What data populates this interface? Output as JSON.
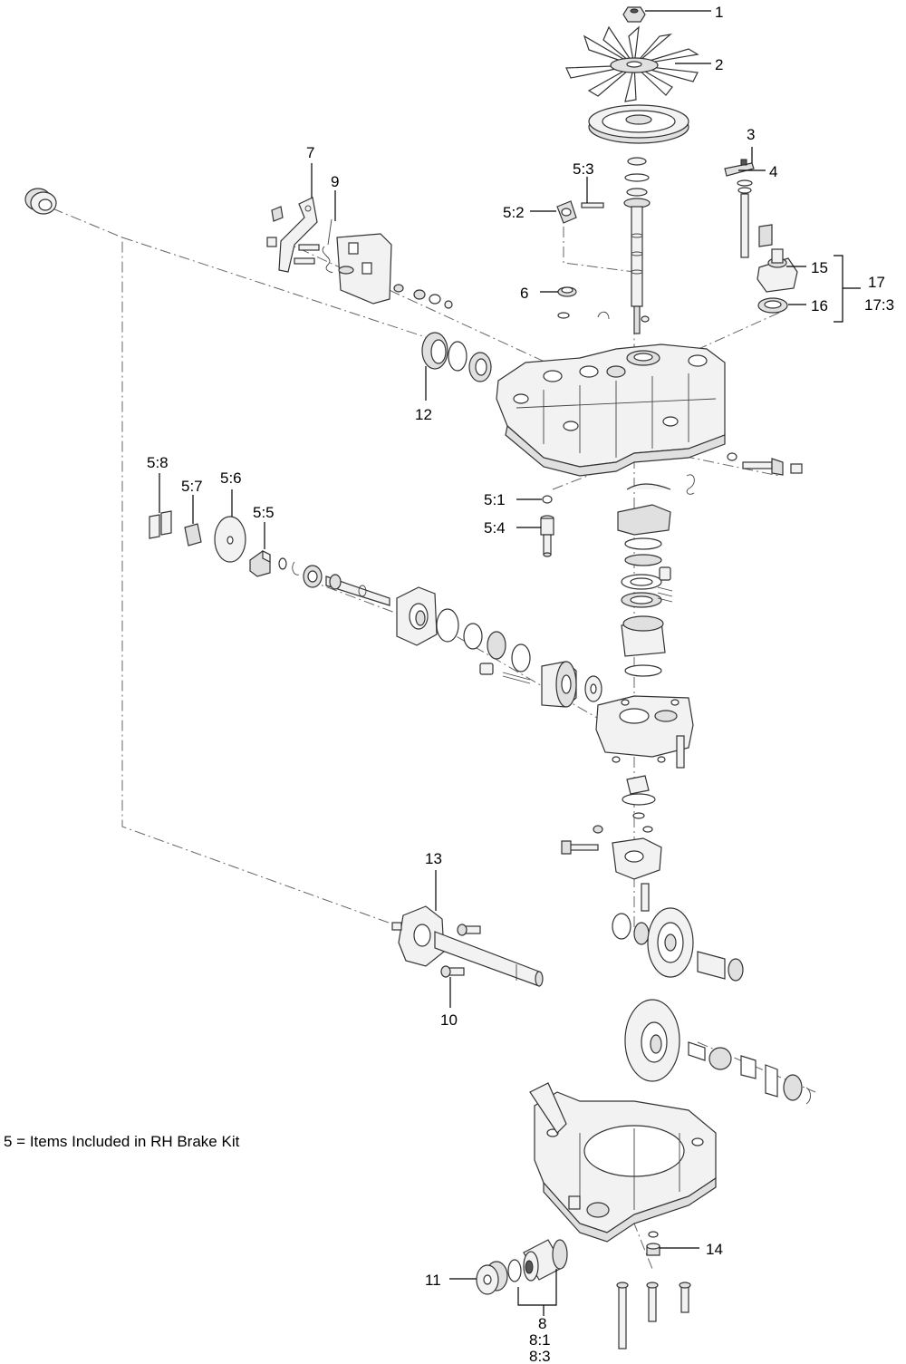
{
  "note": "5 = Items Included in RH Brake Kit",
  "callouts": {
    "c1": "1",
    "c2": "2",
    "c3": "3",
    "c4": "4",
    "c5_3": "5:3",
    "c5_2": "5:2",
    "c6": "6",
    "c7": "7",
    "c9": "9",
    "c15": "15",
    "c16": "16",
    "c17": "17",
    "c17_3": "17:3",
    "c12": "12",
    "c5_8": "5:8",
    "c5_7": "5:7",
    "c5_6": "5:6",
    "c5_5": "5:5",
    "c5_1": "5:1",
    "c5_4": "5:4",
    "c13": "13",
    "c10": "10",
    "c14": "14",
    "c11": "11",
    "c8": "8",
    "c8_1": "8:1",
    "c8_3": "8:3"
  }
}
